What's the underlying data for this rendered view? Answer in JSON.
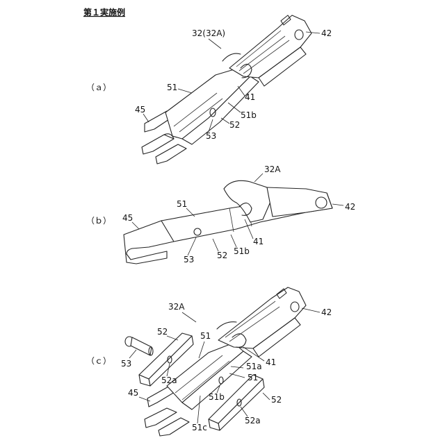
{
  "figure": {
    "title": "第１実施例",
    "views": {
      "a": {
        "view_label": "（ａ）",
        "labels": {
          "assembly": "32(32A)",
          "eye_end": "42",
          "plate": "51",
          "fork_end": "45",
          "slot_edge": "41",
          "inner_face": "51b",
          "block": "52",
          "pin": "53"
        }
      },
      "b": {
        "view_label": "（ｂ）",
        "labels": {
          "assembly": "32A",
          "eye_end": "42",
          "plate": "51",
          "fork_end": "45",
          "slot_edge": "41",
          "inner_face": "51b",
          "block": "52",
          "pin": "53"
        }
      },
      "c": {
        "view_label": "（ｃ）",
        "labels": {
          "assembly": "32A",
          "eye_end": "42",
          "plate": "51",
          "block_left": "52",
          "block_left_hole": "52a",
          "pin": "53",
          "slot_edge": "41",
          "plate_hole": "51a",
          "inner_face": "51b",
          "plate_edge": "51c",
          "fork_end": "45",
          "block_right": "52",
          "block_right_hole": "52a"
        }
      }
    }
  }
}
